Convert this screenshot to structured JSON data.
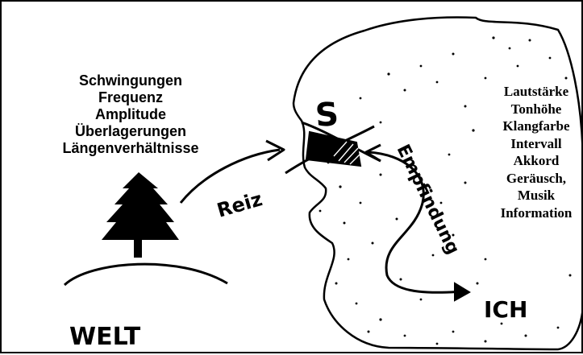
{
  "stimulus_list": [
    "Schwingungen",
    "Frequenz",
    "Amplitude",
    "Überlagerungen",
    "Längenverhältnisse"
  ],
  "perception_list": [
    "Lautstärke",
    "Tonhöhe",
    "Klangfarbe",
    "Intervall",
    "Akkord",
    "Geräusch,",
    "Musik",
    "Information"
  ],
  "labels": {
    "sense": "S",
    "stimulus": "Reiz",
    "sensation": "Empfindung",
    "self": "ICH",
    "world": "WELT"
  },
  "colors": {
    "ink": "#000000",
    "paper": "#ffffff"
  }
}
